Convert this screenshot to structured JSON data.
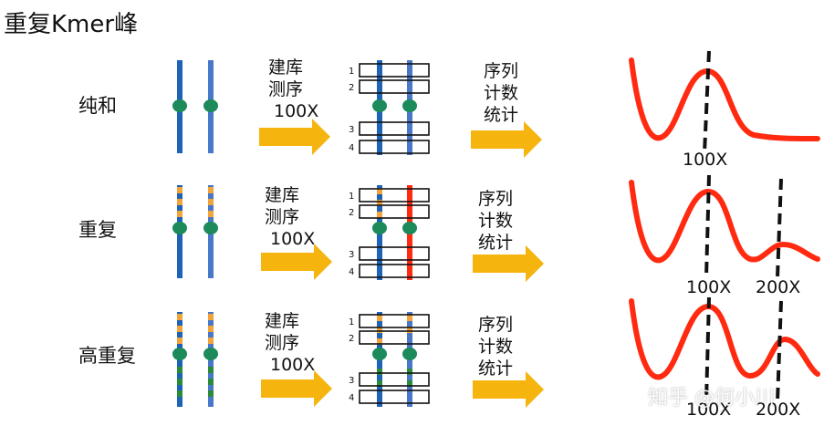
{
  "title": "重复Kmer峰",
  "rows": [
    {
      "label": "纯和",
      "step1": [
        "建库",
        "测序",
        "100X"
      ],
      "step2": [
        "序列",
        "计数",
        "统计"
      ],
      "peaks": [
        "100X"
      ]
    },
    {
      "label": "重复",
      "step1": [
        "建库",
        "测序",
        "100X"
      ],
      "step2": [
        "序列",
        "计数",
        "统计"
      ],
      "peaks": [
        "100X",
        "200X"
      ]
    },
    {
      "label": "高重复",
      "step1": [
        "建库",
        "测序",
        "100X"
      ],
      "step2": [
        "序列",
        "计数",
        "统计"
      ],
      "peaks": [
        "100X",
        "200X"
      ]
    }
  ],
  "read_numbers": [
    "1",
    "2",
    "3",
    "4"
  ],
  "watermark": "知乎 @何小川",
  "colors": {
    "chromosome_dark": "#1f63b8",
    "chromosome_light": "#4a78c8",
    "centromere": "#1c8a5a",
    "repeat_orange": "#f2a33a",
    "repeat_green": "#2a8c3a",
    "arrow": "#f6b40e",
    "curve": "#ff2a10",
    "red_read": "#ff2a10"
  }
}
